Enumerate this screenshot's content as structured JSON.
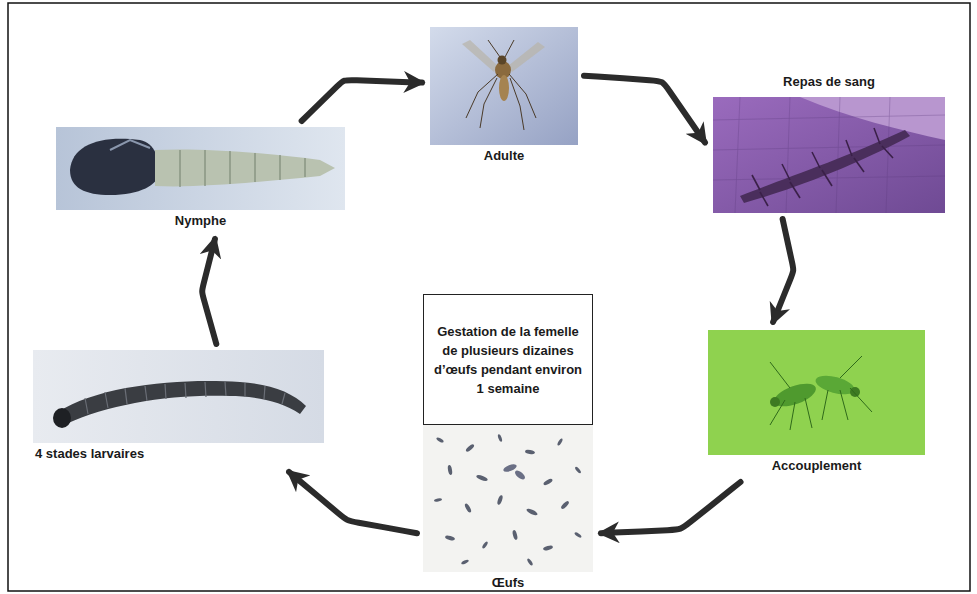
{
  "diagram": {
    "nodes": [
      {
        "text": [
          "Adulte"
        ]
      },
      {
        "text": [
          "Repas de sang"
        ]
      },
      {
        "text": [
          "Accouplement"
        ]
      },
      {
        "text": [
          "Gestation de la femelle de plusieurs dizaines d’œufs pendant environ 1 semaine",
          "Œufs"
        ]
      },
      {
        "text": [
          "4 stades larvaires"
        ]
      },
      {
        "text": [
          "Nymphe"
        ]
      }
    ],
    "edges": [
      {
        "from": 0,
        "to": 1,
        "arrow": "to"
      },
      {
        "from": 1,
        "to": 2,
        "arrow": "to"
      },
      {
        "from": 2,
        "to": 3,
        "arrow": "to"
      },
      {
        "from": 3,
        "to": 4,
        "arrow": "to"
      },
      {
        "from": 4,
        "to": 5,
        "arrow": "to"
      },
      {
        "from": 5,
        "to": 0,
        "arrow": "to"
      }
    ]
  }
}
